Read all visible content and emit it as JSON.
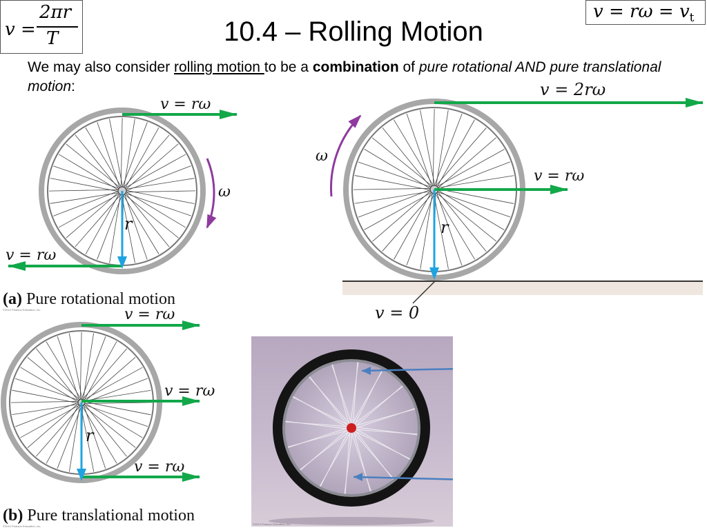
{
  "slide": {
    "title": "10.4 – Rolling Motion",
    "intro": {
      "part1": "We may also consider ",
      "underlined": "rolling motion ",
      "part2": "to be a ",
      "bold": "combination",
      "part3": " of ",
      "italic": "pure rotational AND pure translational motion",
      "part4": ":"
    }
  },
  "formulas": {
    "left": {
      "lhs": "v =",
      "numerator": "2πr",
      "denominator": "T"
    },
    "right": {
      "text": "v = rω = v",
      "subscript": "t"
    }
  },
  "figure_a": {
    "top_label": "v = rω",
    "bottom_label": "v = rω",
    "radius_label": "r",
    "omega_label": "ω",
    "caption_letter": "(a)",
    "caption_text": " Pure rotational motion",
    "copyright": "©2010 Pearson Education, Inc."
  },
  "figure_b": {
    "top_label": "v = rω",
    "middle_label": "v = rω",
    "bottom_label": "v = rω",
    "radius_label": "r",
    "caption_letter": "(b)",
    "caption_text": " Pure translational motion",
    "copyright": "©2010 Pearson Education, Inc."
  },
  "figure_c": {
    "top_label": "v = 2rω",
    "middle_label": "v = rω",
    "contact_label": "v = 0",
    "radius_label": "r",
    "omega_label": "ω"
  },
  "photo": {
    "copyright": "©2010 Pearson Education, Inc."
  },
  "colors": {
    "green_arrow": "#12a84a",
    "blue_radius": "#1fa3e0",
    "purple_omega": "#8e3a9e",
    "photo_arrow": "#4a7fc0"
  }
}
